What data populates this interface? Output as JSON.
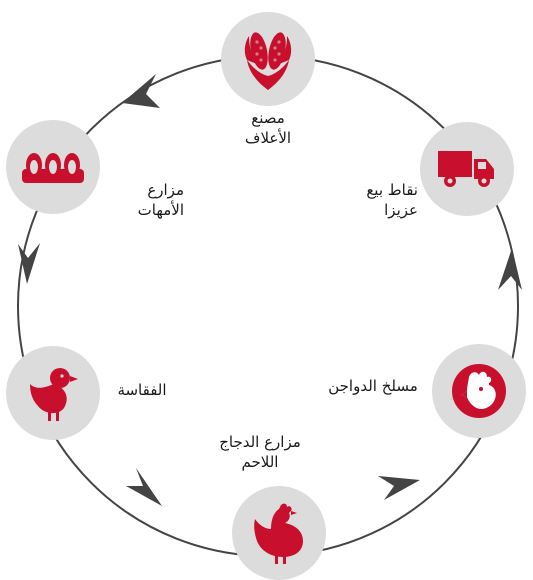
{
  "colors": {
    "accent": "#c8102e",
    "node_bg": "#dcdcdc",
    "ring": "#444444"
  },
  "nodes": [
    {
      "id": "feed-mill",
      "icon": "corn-icon",
      "line1": "مصنع",
      "line2": "الأعلاف"
    },
    {
      "id": "retail-points",
      "icon": "truck-icon",
      "line1": "نقاط بيع",
      "line2": "عزيزا"
    },
    {
      "id": "slaughterhouse",
      "icon": "rooster-head-icon",
      "line1": "مسلخ الدواجن",
      "line2": ""
    },
    {
      "id": "broiler-farms",
      "icon": "hen-icon",
      "line1": "مزارع الدجاج",
      "line2": "اللاحم"
    },
    {
      "id": "hatchery",
      "icon": "chick-icon",
      "line1": "الفقاسة",
      "line2": ""
    },
    {
      "id": "parent-farms",
      "icon": "eggs-icon",
      "line1": "مزارع",
      "line2": "الأمهات"
    }
  ]
}
